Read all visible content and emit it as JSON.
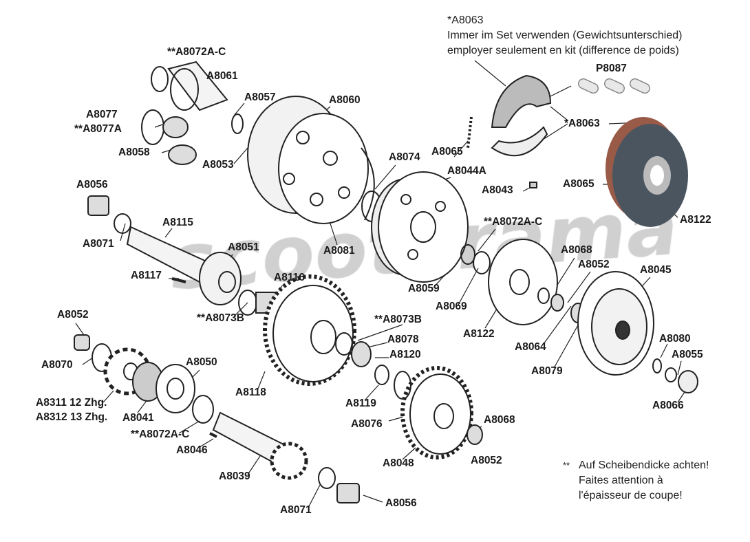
{
  "watermark": "scooterama",
  "top_note": {
    "ref": "*A8063",
    "line_de": "Immer im Set verwenden (Gewichtsunterschied)",
    "line_fr": "employer seulement en kit (difference de poids)"
  },
  "bottom_note": {
    "marker": "**",
    "line_de": "Auf Scheibendicke achten!",
    "line_fr1": "Faites attention à",
    "line_fr2": "l'épaisseur de coupe!"
  },
  "labels": [
    "**A8072A-C",
    "P8087",
    "A8061",
    "A8057",
    "A8060",
    "A8077",
    "**A8077A",
    "*A8063",
    "A8058",
    "A8065",
    "A8074",
    "A8053",
    "A8044A",
    "A8056",
    "A8043",
    "A8065",
    "A8115",
    "**A8072A-C",
    "A8122",
    "A8071",
    "A8051",
    "A8081",
    "A8068",
    "A8052",
    "A8117",
    "A8045",
    "A8116",
    "A8059",
    "**A8073B",
    "**A8073B",
    "A8069",
    "A8052",
    "A8122",
    "A8078",
    "A8080",
    "A8064",
    "A8120",
    "A8055",
    "A8070",
    "A8050",
    "A8079",
    "A8118",
    "A8119",
    "A8311 12 Zhg.",
    "A8312 13 Zhg.",
    "A8041",
    "A8066",
    "A8076",
    "A8068",
    "**A8072A-C",
    "A8046",
    "A8048",
    "A8052",
    "A8039",
    "A8071",
    "A8056"
  ],
  "colors": {
    "ink": "#1a1a1a",
    "clutch_pad": "#9a5a48",
    "clutch_plate": "#4a5560",
    "watermark": "#aaaaaa"
  }
}
